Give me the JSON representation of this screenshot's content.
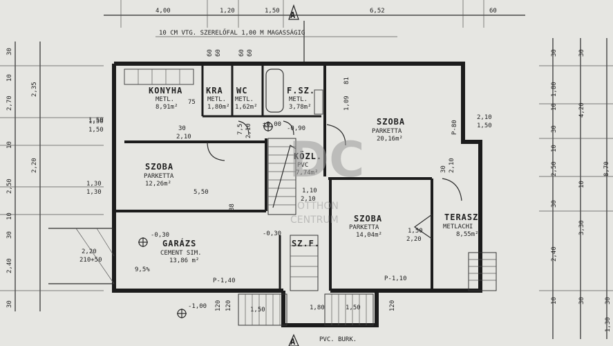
{
  "header": {
    "note": "10 CM VTG. SZERELŐFAL 1,00 M MAGASSÁGIG",
    "section_marker": "A"
  },
  "top_dims": [
    "4,00",
    "1,20",
    "1,50",
    "6,52",
    "60"
  ],
  "left_dims": [
    "30",
    "10",
    "2,35",
    "2,70",
    "1,50",
    "2,20",
    "10",
    "2,50",
    "1,30",
    "10",
    "30",
    "2,40",
    "30"
  ],
  "right_dims": [
    "30",
    "30",
    "1,80",
    "4,20",
    "10",
    "30",
    "10",
    "8,70",
    "2,50",
    "10",
    "30",
    "2,40",
    "3,30",
    "10",
    "30",
    "30",
    "1,30"
  ],
  "inner_dims": {
    "d1": "75",
    "d2": "1,50",
    "d3": "30",
    "d4": "2,10",
    "d5": "5,50",
    "d6": "1,30",
    "d7": "1,50",
    "d8": "7,5",
    "d9": "2,10",
    "d10": "±0,00",
    "d11": "1,10",
    "d12": "2,10",
    "d13": "30",
    "d14": "2,10",
    "d15": "88",
    "d16": "-0,30",
    "d17": "2,20",
    "d18": "210+50",
    "d19": "-0,30",
    "d20": "1,50",
    "d21": "2,20",
    "d22": "2,10",
    "d23": "1,50",
    "d24": "-0,90",
    "d25": "-1,00",
    "d26": "120",
    "d27": "120",
    "d28": "1,50",
    "d29": "1,80",
    "d30": "1,50",
    "d31": "120",
    "d32": "P-1,40",
    "d33": "P-1,10",
    "d34": "9,5%",
    "d35": "60",
    "d36": "60",
    "d37": "60",
    "d38": "60",
    "d39": "P-80",
    "d40": "1,09",
    "d41": "81"
  },
  "rooms": [
    {
      "name": "KONYHA",
      "floor": "METL.",
      "area": "8,91m²"
    },
    {
      "name": "KRA",
      "floor": "METL.",
      "area": "1,80m²"
    },
    {
      "name": "WC",
      "floor": "METL.",
      "area": "1,62m²"
    },
    {
      "name": "F.SZ.",
      "floor": "METL.",
      "area": "3,78m²"
    },
    {
      "name": "SZOBA",
      "floor": "PARKETTA",
      "area": "20,16m²"
    },
    {
      "name": "SZOBA",
      "floor": "PARKETTA",
      "area": "12,26m²"
    },
    {
      "name": "KÖZL.",
      "floor": "PVC",
      "area": "7,74m²"
    },
    {
      "name": "SZOBA",
      "floor": "PARKETTA",
      "area": "14,04m²"
    },
    {
      "name": "TERASZ",
      "floor": "METLACHI",
      "area": "8,55m²"
    },
    {
      "name": "GARÁZS",
      "floor": "CEMENT SIM.",
      "area": "13,86 m²"
    },
    {
      "name": "SZ.F.",
      "floor": "",
      "area": ""
    }
  ],
  "bottom_note": "PVC. BURK.",
  "watermark": {
    "logo": "DC",
    "line1": "OTTHON",
    "line2": "CENTRUM"
  }
}
